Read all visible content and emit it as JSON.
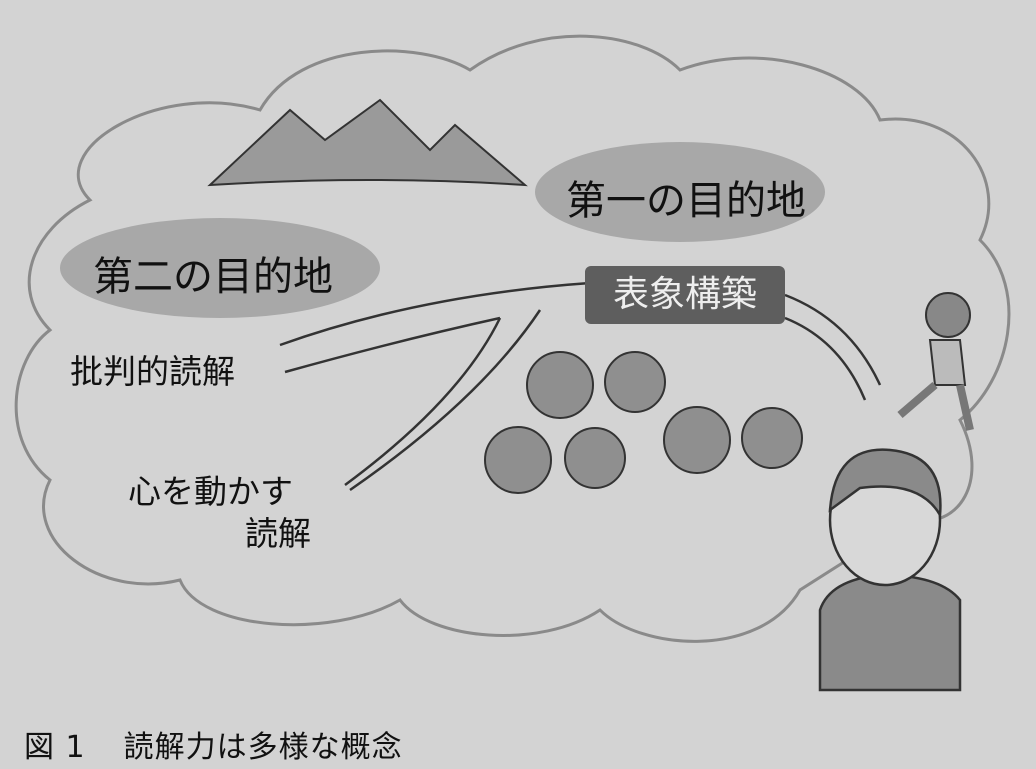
{
  "figure": {
    "caption_number": "図 1",
    "caption_text": "読解力は多様な概念",
    "first_destination": "第一の目的地",
    "second_destination": "第二の目的地",
    "representation_label": "表象構築",
    "critical_reading": "批判的読解",
    "emotional_reading_line1": "心を動かす",
    "emotional_reading_line2": "読解"
  },
  "colors": {
    "background": "#d3d3d3",
    "cloud_outline": "#8a8a8a",
    "ellipse": "#a8a8a8",
    "label_box": "#5e5e5e",
    "mountain": "#9a9a9a"
  }
}
